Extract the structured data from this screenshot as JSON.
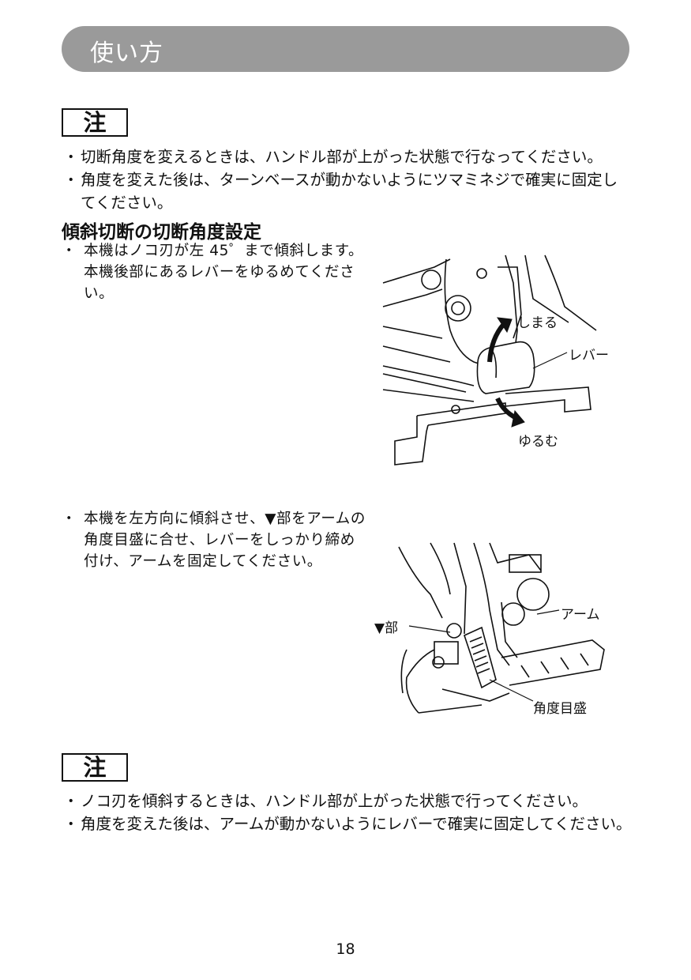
{
  "header": {
    "title": "使い方"
  },
  "note_top": {
    "label": "注",
    "items": [
      "切断角度を変えるときは、ハンドル部が上がった状態で行なってください。",
      "角度を変えた後は、ターンベースが動かないようにツマミネジで確実に固定してください。"
    ]
  },
  "section": {
    "title": "傾斜切断の切断角度設定"
  },
  "steps": [
    {
      "bullet": "・",
      "text": "本機はノコ刃が左 45゜まで傾斜します。本機後部にあるレバーをゆるめてください。"
    },
    {
      "bullet": "・",
      "text": "本機を左方向に傾斜させ、▼部をアームの角度目盛に合せ、レバーをしっかり締め付け、アームを固定してください。"
    }
  ],
  "figure1": {
    "label_tighten": "しまる",
    "label_lever": "レバー",
    "label_loosen": "ゆるむ"
  },
  "figure2": {
    "label_pointer": "▼部",
    "label_arm": "アーム",
    "label_scale": "角度目盛"
  },
  "note_bottom": {
    "label": "注",
    "items": [
      "ノコ刃を傾斜するときは、ハンドル部が上がった状態で行ってください。",
      "角度を変えた後は、アームが動かないようにレバーで確実に固定してください。"
    ]
  },
  "bullet": "・",
  "page": {
    "number": "18"
  }
}
